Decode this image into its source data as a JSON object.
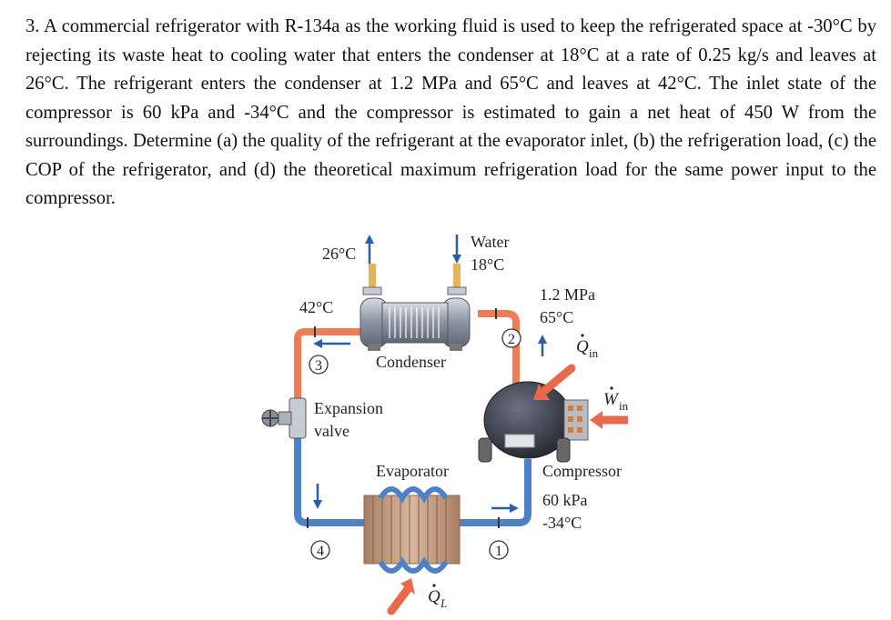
{
  "problem": {
    "text": "3. A commercial refrigerator with R-134a as the working fluid is used to keep the refrigerated space at -30°C by rejecting its waste heat to cooling water that enters the condenser at 18°C at a rate of 0.25 kg/s and leaves at 26°C. The refrigerant enters the condenser at 1.2 MPa and 65°C and leaves at 42°C. The inlet state of the compressor is 60 kPa and -34°C and the compressor is estimated to gain a net heat of 450 W from the surroundings. Determine (a) the quality of the refrigerant at the evaporator inlet, (b) the refrigeration load, (c) the COP of the refrigerator, and (d) the theoretical maximum refrigeration load for the same power input to the compressor."
  },
  "figure": {
    "water_in_label_1": "Water",
    "water_in_label_2": "18°C",
    "water_out_label": "26°C",
    "condenser_out_temp": "42°C",
    "condenser_label": "Condenser",
    "state2_pressure": "1.2 MPa",
    "state2_temp": "65°C",
    "q_in_symbol": "Q",
    "q_in_sub": "in",
    "w_in_symbol": "W",
    "w_in_sub": "in",
    "expansion_label_1": "Expansion",
    "expansion_label_2": "valve",
    "evaporator_label": "Evaporator",
    "compressor_label": "Compressor",
    "state1_pressure": "60 kPa",
    "state1_temp": "-34°C",
    "q_l_symbol": "Q",
    "q_l_sub": "L",
    "state_labels": [
      "1",
      "2",
      "3",
      "4"
    ],
    "colors": {
      "hot_pipe": "#ee7c55",
      "cold_pipe": "#4d83c6",
      "arrow_blue": "#2a5ea8",
      "arrow_red": "#e86a4a",
      "condenser_body": "#9aa3b0",
      "evaporator_body": "#c8a48a",
      "compressor_body": "#3d4250"
    }
  }
}
